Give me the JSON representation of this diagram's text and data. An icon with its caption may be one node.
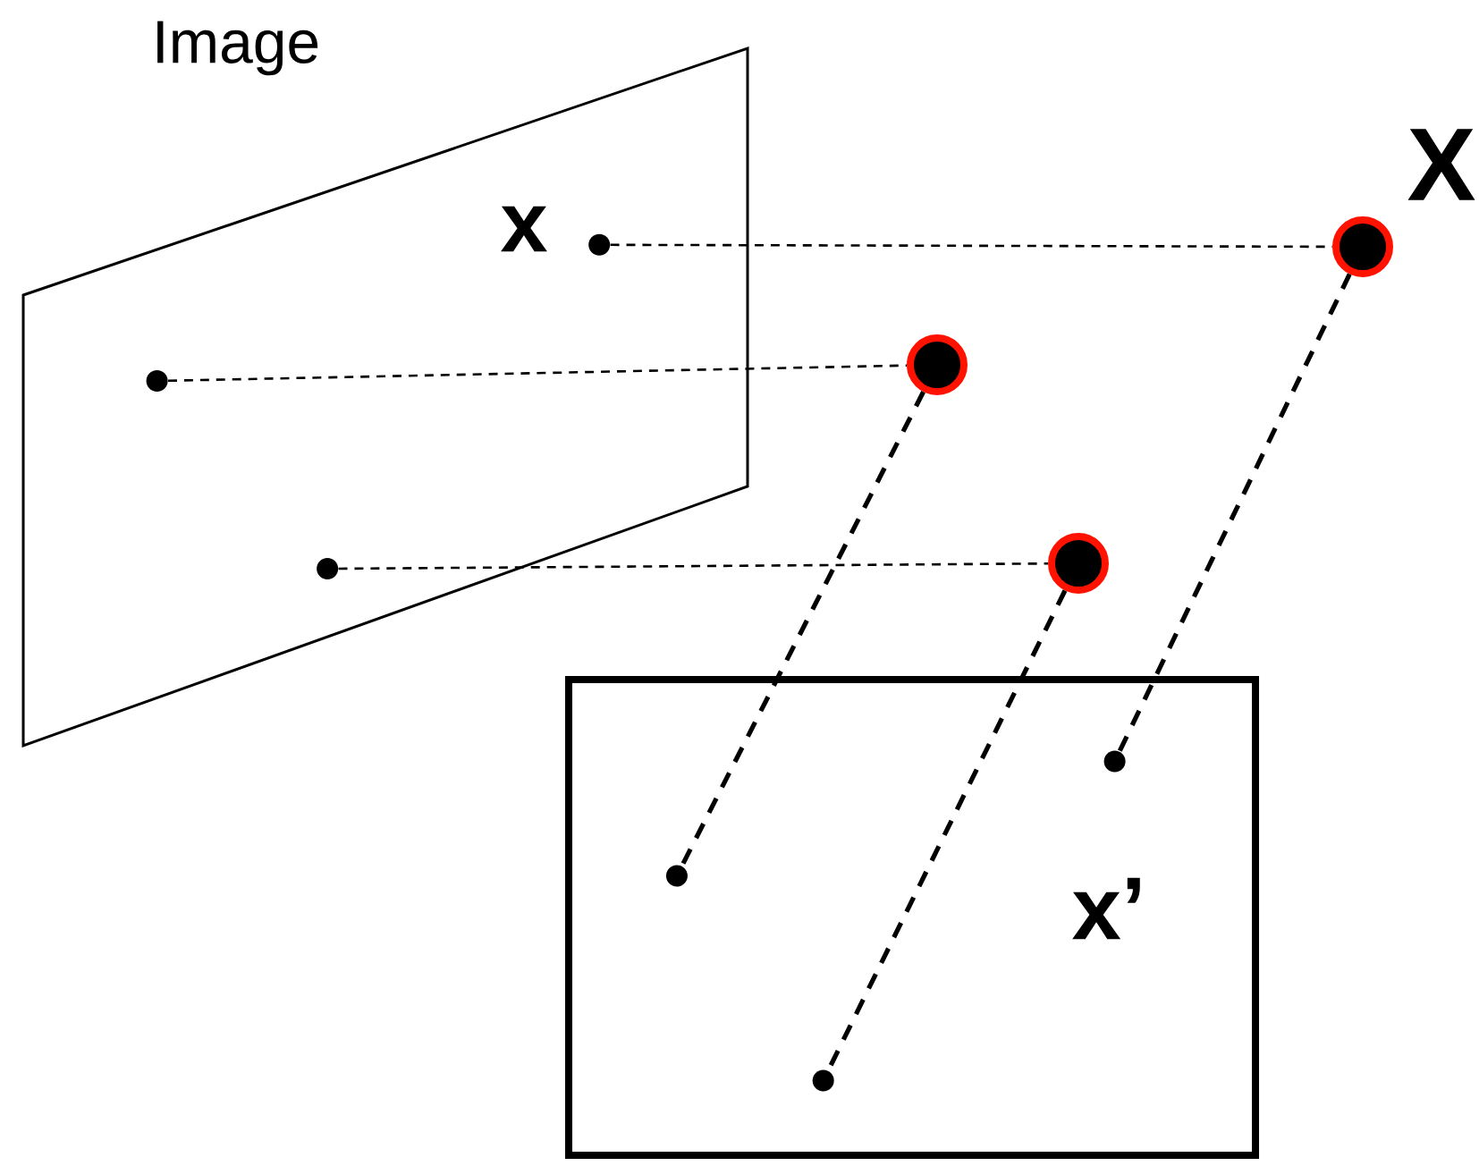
{
  "diagram": {
    "nodes": [
      {
        "text": [
          "Image"
        ]
      },
      {
        "text": [],
        "shape": "box"
      },
      {
        "text": [],
        "shape": "circle",
        "in": 0,
        "beside": [
          "x"
        ]
      },
      {
        "text": [],
        "shape": "circle",
        "in": 0
      },
      {
        "text": [],
        "shape": "circle",
        "in": 0
      },
      {
        "text": [],
        "shape": "circle",
        "beside": [
          "X"
        ]
      },
      {
        "text": [],
        "shape": "circle"
      },
      {
        "text": [],
        "shape": "circle"
      },
      {
        "text": [],
        "shape": "circle",
        "in": 1
      },
      {
        "text": [],
        "shape": "circle",
        "in": 1
      },
      {
        "text": [],
        "shape": "circle",
        "in": 1
      }
    ],
    "edges": [
      {
        "from": 2,
        "to": 5,
        "arrow": "none",
        "style": "dashed"
      },
      {
        "from": 3,
        "to": 6,
        "arrow": "none",
        "style": "dashed"
      },
      {
        "from": 4,
        "to": 7,
        "arrow": "none",
        "style": "dashed"
      },
      {
        "from": 5,
        "to": 8,
        "arrow": "none",
        "style": "dashed"
      },
      {
        "from": 6,
        "to": 9,
        "arrow": "none",
        "style": "dashed"
      },
      {
        "from": 7,
        "to": 10,
        "arrow": "none",
        "style": "dashed"
      }
    ],
    "labels": [
      "x’"
    ]
  }
}
